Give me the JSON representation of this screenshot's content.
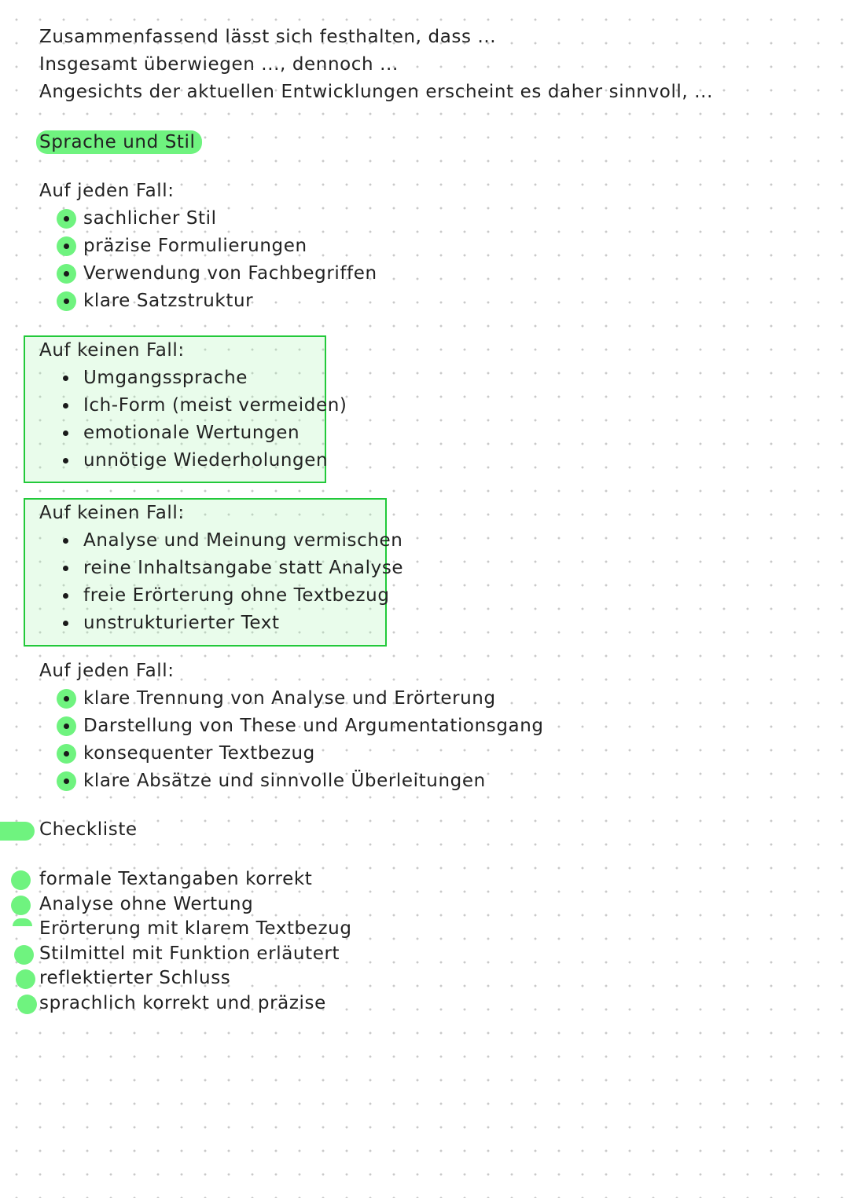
{
  "intro_lines": [
    "Zusammenfassend lässt sich festhalten, dass ...",
    "Insgesamt überwiegen ..., dennoch ...",
    "Angesichts der aktuellen Entwicklungen erscheint es daher sinnvoll, ..."
  ],
  "section_title": "Sprache und Stil",
  "sprache_do": {
    "heading": "Auf jeden Fall:",
    "items": [
      "sachlicher Stil",
      "präzise Formulierungen",
      "Verwendung von Fachbegriffen",
      "klare Satzstruktur"
    ]
  },
  "sprache_dont": {
    "heading": "Auf keinen Fall:",
    "items": [
      "Umgangssprache",
      "Ich-Form (meist vermeiden)",
      "emotionale Wertungen",
      "unnötige Wiederholungen"
    ]
  },
  "struktur_dont": {
    "heading": "Auf keinen Fall:",
    "items": [
      "Analyse und Meinung vermischen",
      "reine Inhaltsangabe statt Analyse",
      "freie Erörterung ohne Textbezug",
      "unstrukturierter Text"
    ]
  },
  "struktur_do": {
    "heading": "Auf jeden Fall:",
    "items": [
      "klare Trennung von Analyse und Erörterung",
      "Darstellung von These und Argumentationsgang",
      "konsequenter Textbezug",
      "klare Absätze und sinnvolle Überleitungen"
    ]
  },
  "checklist": {
    "title": "Checkliste",
    "items": [
      "formale Textangaben korrekt",
      "Analyse ohne Wertung",
      "Erörterung mit klarem Textbezug",
      "Stilmittel mit Funktion erläutert",
      "reflektierter Schluss",
      "sprachlich korrekt und präzise"
    ]
  },
  "colors": {
    "highlight": "#6ff37f",
    "box_border": "#22c93a",
    "text": "#222222"
  }
}
